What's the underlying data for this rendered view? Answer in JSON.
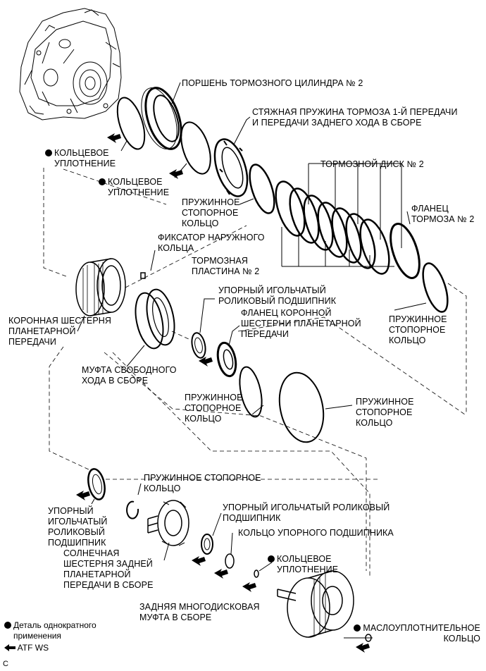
{
  "labels": {
    "piston": "ПОРШЕНЬ ТОРМОЗНОГО ЦИЛИНДРА № 2",
    "return_spring": [
      "СТЯЖНАЯ ПРУЖИНА ТОРМОЗА 1-Й ПЕРЕДАЧИ",
      "И ПЕРЕДАЧИ ЗАДНЕГО ХОДА В СБОРЕ"
    ],
    "o_ring_1": [
      "КОЛЬЦЕВОЕ",
      "УПЛОТНЕНИЕ"
    ],
    "o_ring_2": [
      "КОЛЬЦЕВОЕ",
      "УПЛОТНЕНИЕ"
    ],
    "brake_disc": "ТОРМОЗНОЙ ДИСК № 2",
    "snap_ring_1": [
      "ПРУЖИННОЕ",
      "СТОПОРНОЕ",
      "КОЛЬЦО"
    ],
    "brake_flange": [
      "ФЛАНЕЦ",
      "ТОРМОЗА № 2"
    ],
    "outer_race_retainer": [
      "ФИКСАТОР НАРУЖНОГО",
      "КОЛЬЦА"
    ],
    "brake_plate": [
      "ТОРМОЗНАЯ",
      "ПЛАСТИНА № 2"
    ],
    "thrust_bearing_1": [
      "УПОРНЫЙ ИГОЛЬЧАТЫЙ",
      "РОЛИКОВЫЙ ПОДШИПНИК"
    ],
    "ring_gear_flange": [
      "ФЛАНЕЦ КОРОННОЙ",
      "ШЕСТЕРНИ ПЛАНЕТАРНОЙ",
      "ПЕРЕДАЧИ"
    ],
    "snap_ring_2": [
      "ПРУЖИННОЕ",
      "СТОПОРНОЕ",
      "КОЛЬЦО"
    ],
    "ring_gear": [
      "КОРОННАЯ ШЕСТЕРНЯ",
      "ПЛАНЕТАРНОЙ",
      "ПЕРЕДАЧИ"
    ],
    "one_way_clutch": [
      "МУФТА СВОБОДНОГО",
      "ХОДА В СБОРЕ"
    ],
    "snap_ring_3": [
      "ПРУЖИННОЕ",
      "СТОПОРНОЕ",
      "КОЛЬЦО"
    ],
    "snap_ring_4": [
      "ПРУЖИННОЕ",
      "СТОПОРНОЕ",
      "КОЛЬЦО"
    ],
    "snap_ring_5": [
      "ПРУЖИННОЕ СТОПОРНОЕ",
      "КОЛЬЦО"
    ],
    "thrust_bearing_2": [
      "УПОРНЫЙ ИГОЛЬЧАТЫЙ РОЛИКОВЫЙ",
      "ПОДШИПНИК"
    ],
    "thrust_bearing_3": [
      "УПОРНЫЙ",
      "ИГОЛЬЧАТЫЙ",
      "РОЛИКОВЫЙ",
      "ПОДШИПНИК"
    ],
    "bearing_race": "КОЛЬЦО УПОРНОГО ПОДШИПНИКА",
    "sun_gear": [
      "СОЛНЕЧНАЯ",
      "ШЕСТЕРНЯ ЗАДНЕЙ",
      "ПЛАНЕТАРНОЙ",
      "ПЕРЕДАЧИ В СБОРЕ"
    ],
    "o_ring_3": [
      "КОЛЬЦЕВОЕ",
      "УПЛОТНЕНИЕ"
    ],
    "rear_clutch": [
      "ЗАДНЯЯ МНОГОДИСКОВАЯ",
      "МУФТА В СБОРЕ"
    ],
    "oil_seal_ring": [
      "МАСЛОУПЛОТНИТЕЛЬНОЕ",
      "КОЛЬЦО"
    ]
  },
  "legend": {
    "non_reusable": [
      "Деталь однократного",
      "применения"
    ],
    "atf": "ATF WS"
  },
  "figure_code": "C"
}
